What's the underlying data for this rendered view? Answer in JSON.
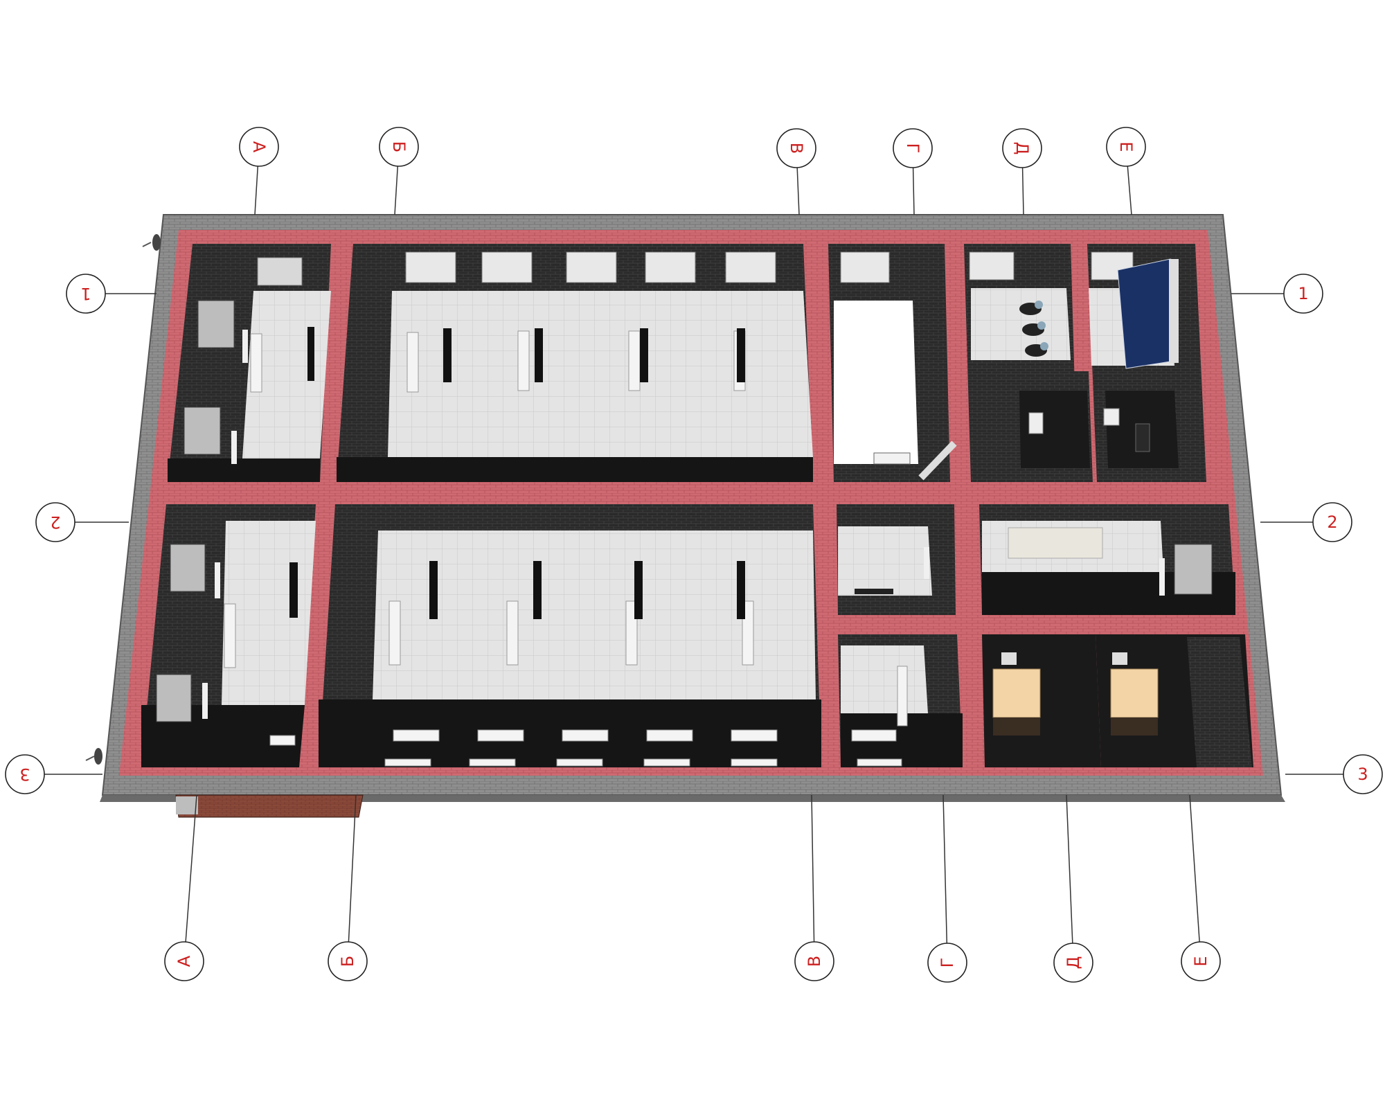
{
  "grid": {
    "letters": [
      {
        "id": "a",
        "label": "А"
      },
      {
        "id": "b",
        "label": "Б"
      },
      {
        "id": "v",
        "label": "В"
      },
      {
        "id": "g",
        "label": "Г"
      },
      {
        "id": "d",
        "label": "Д"
      },
      {
        "id": "e",
        "label": "Е"
      }
    ],
    "numbers": [
      {
        "id": "1",
        "label": "1"
      },
      {
        "id": "2",
        "label": "2"
      },
      {
        "id": "3",
        "label": "3"
      }
    ]
  },
  "colors": {
    "grid_marker": "#cc1f1f",
    "partition_brick": "#c9606a",
    "outer_brick": "#8c8c8c",
    "floor_tile": "#e2e2e2",
    "wall_dark": "#141414"
  },
  "icons": [
    "window-icon",
    "desk-icon",
    "chair-icon",
    "stair-icon",
    "toilet-icon",
    "locker-icon",
    "radiator-icon",
    "satellite-dish-icon"
  ]
}
